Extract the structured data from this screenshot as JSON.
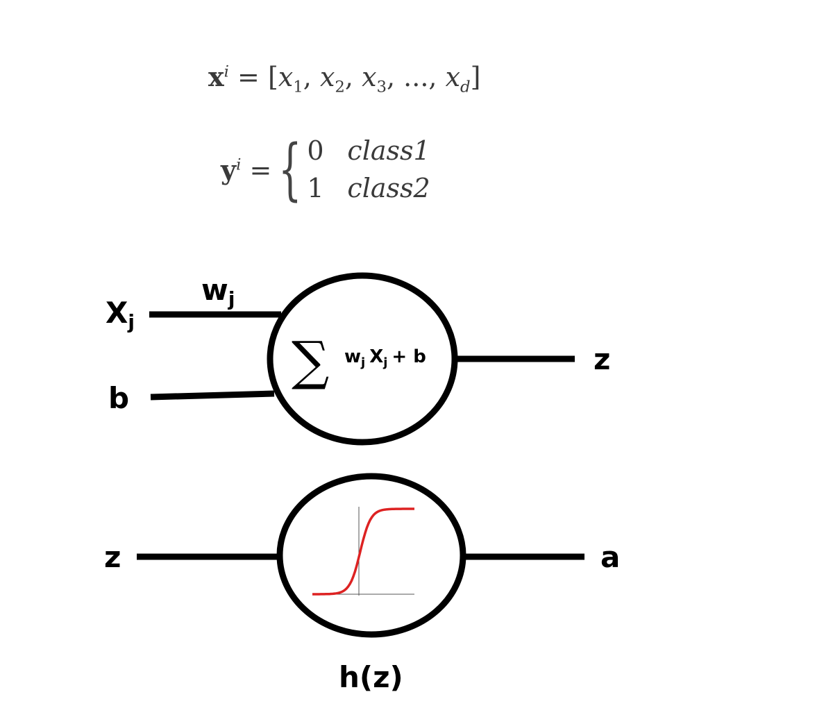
{
  "equations": {
    "x_def": {
      "lhs_sym": "x",
      "lhs_sup": "i",
      "rhs_parts": [
        "[",
        "x",
        "1",
        ", ",
        "x",
        "2",
        ", ",
        "x",
        "3",
        ", ..., ",
        "x",
        "d",
        "]"
      ]
    },
    "y_def": {
      "lhs_sym": "y",
      "lhs_sup": "i",
      "case1_value": "0",
      "case1_label": "class1",
      "case2_value": "1",
      "case2_label": "class2"
    }
  },
  "neuron": {
    "input_x_label": "X",
    "input_x_sub": "j",
    "weight_label": "w",
    "weight_sub": "j",
    "bias_label": "b",
    "sum_symbol": "∑",
    "sum_expr_w": "w",
    "sum_expr_w_sub": "j",
    "sum_expr_x": "X",
    "sum_expr_x_sub": "j",
    "sum_expr_tail": "+ b",
    "output_label": "z"
  },
  "activation": {
    "input_label": "z",
    "output_label": "a",
    "function_label": "h(z)",
    "curve_color": "#dd2222"
  }
}
